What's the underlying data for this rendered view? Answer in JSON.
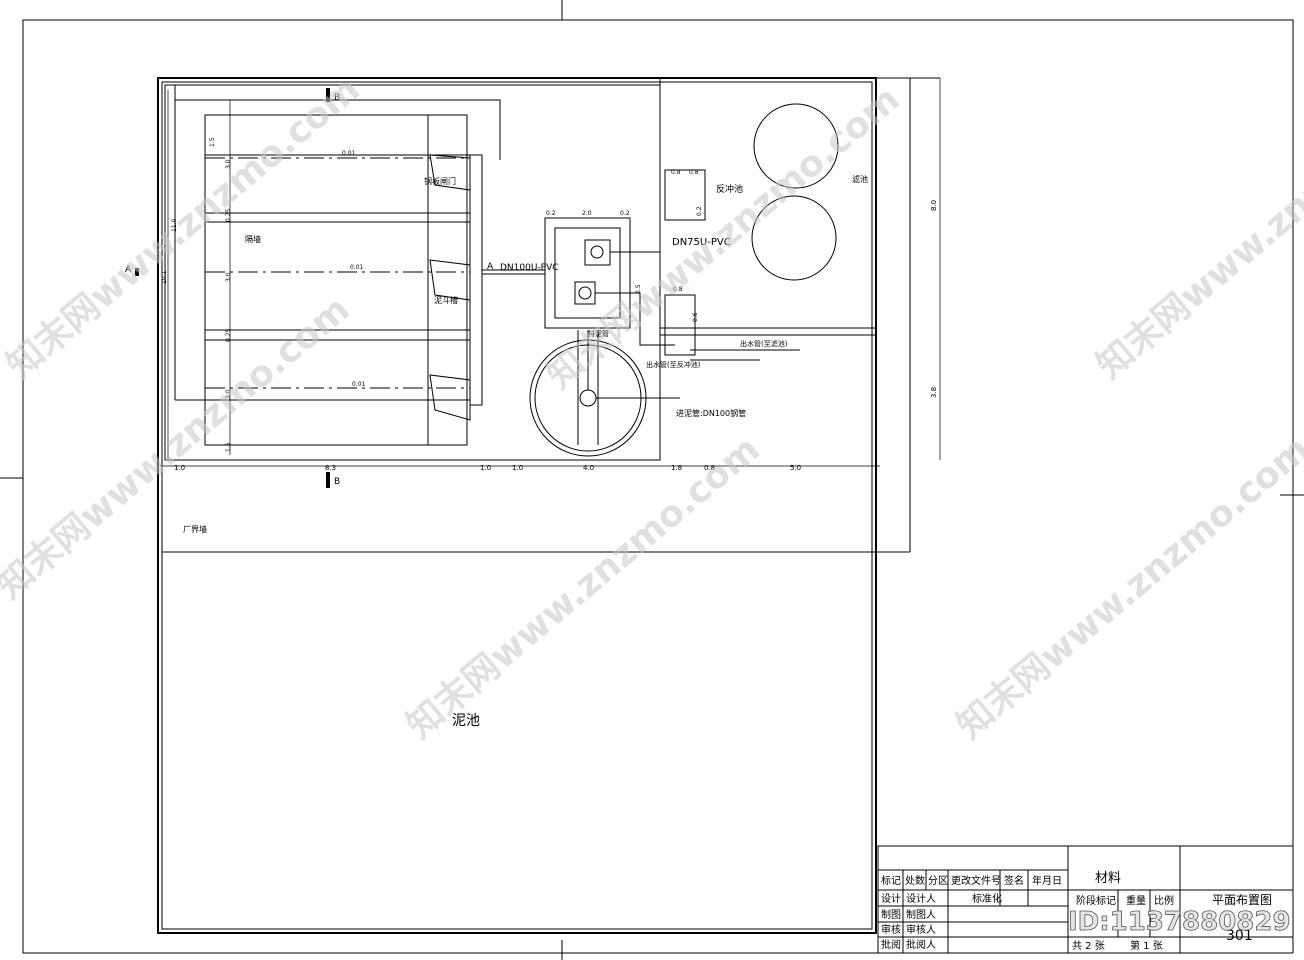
{
  "drawing": {
    "mud_pond": "泥池",
    "filter_pond": "滤池",
    "backwash_pond": "反冲池",
    "factory_wall": "厂界墙",
    "steel_gate": "钢板闸门",
    "partition_wall": "隔墙",
    "sludge_trough": "泥斗槽",
    "pipe_dn100u": "DN100U-PVC",
    "pipe_dn75u": "DN75U-PVC",
    "outlet_pipe_filter": "出水管(至滤池)",
    "outlet_pipe_backwash": "出水管(至反冲池)",
    "sludge_inlet": "进泥管:DN100钢管",
    "sludge_outlet": "排泥管",
    "slope": "0.01",
    "section_a": "A",
    "section_b": "B",
    "dims_bottom": [
      "1.0",
      "8.3",
      "1.0",
      "1.0",
      "4.0",
      "1.8",
      "0.8",
      "5.0"
    ],
    "dims_right": [
      "8.0",
      "3.8"
    ],
    "dims_left": [
      "1.5",
      "3.0",
      "0.25",
      "3.0",
      "0.25",
      "3.0",
      "1.5",
      "11.0",
      "10.1"
    ],
    "dims_pumphouse": [
      "0.2",
      "2.0",
      "0.2",
      "2.5",
      "0.8",
      "0.8",
      "0.8",
      "0.6",
      "0.2"
    ]
  },
  "title_block": {
    "headers": [
      "标记",
      "处数",
      "分区",
      "更改文件号",
      "签名",
      "年月日"
    ],
    "rows": [
      "设计",
      "制图",
      "审核",
      "批阅"
    ],
    "roles": [
      "设计人",
      "制图人",
      "审核人",
      "批阅人"
    ],
    "standardize": "标准化",
    "material": "材料",
    "stage": "阶段标记",
    "weight": "重量",
    "scale": "比例",
    "title": "平面布置图",
    "sheet_total": "共 2 张",
    "sheet_no": "第 1 张",
    "drawing_no": "301",
    "id_text": "ID:1137880829"
  },
  "watermark": "知末网www.znzmo.com"
}
